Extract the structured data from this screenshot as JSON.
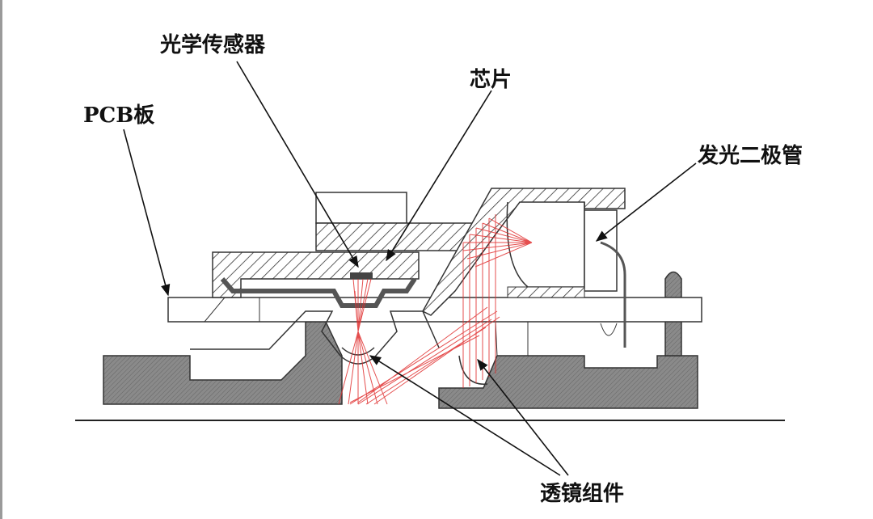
{
  "labels": {
    "optical_sensor": "光学传感器",
    "chip": "芯片",
    "pcb": "PCB板",
    "led": "发光二极管",
    "lens_assembly": "透镜组件"
  },
  "colors": {
    "ray": "#e03030",
    "solid_gray": "#808080",
    "line": "#222222"
  }
}
